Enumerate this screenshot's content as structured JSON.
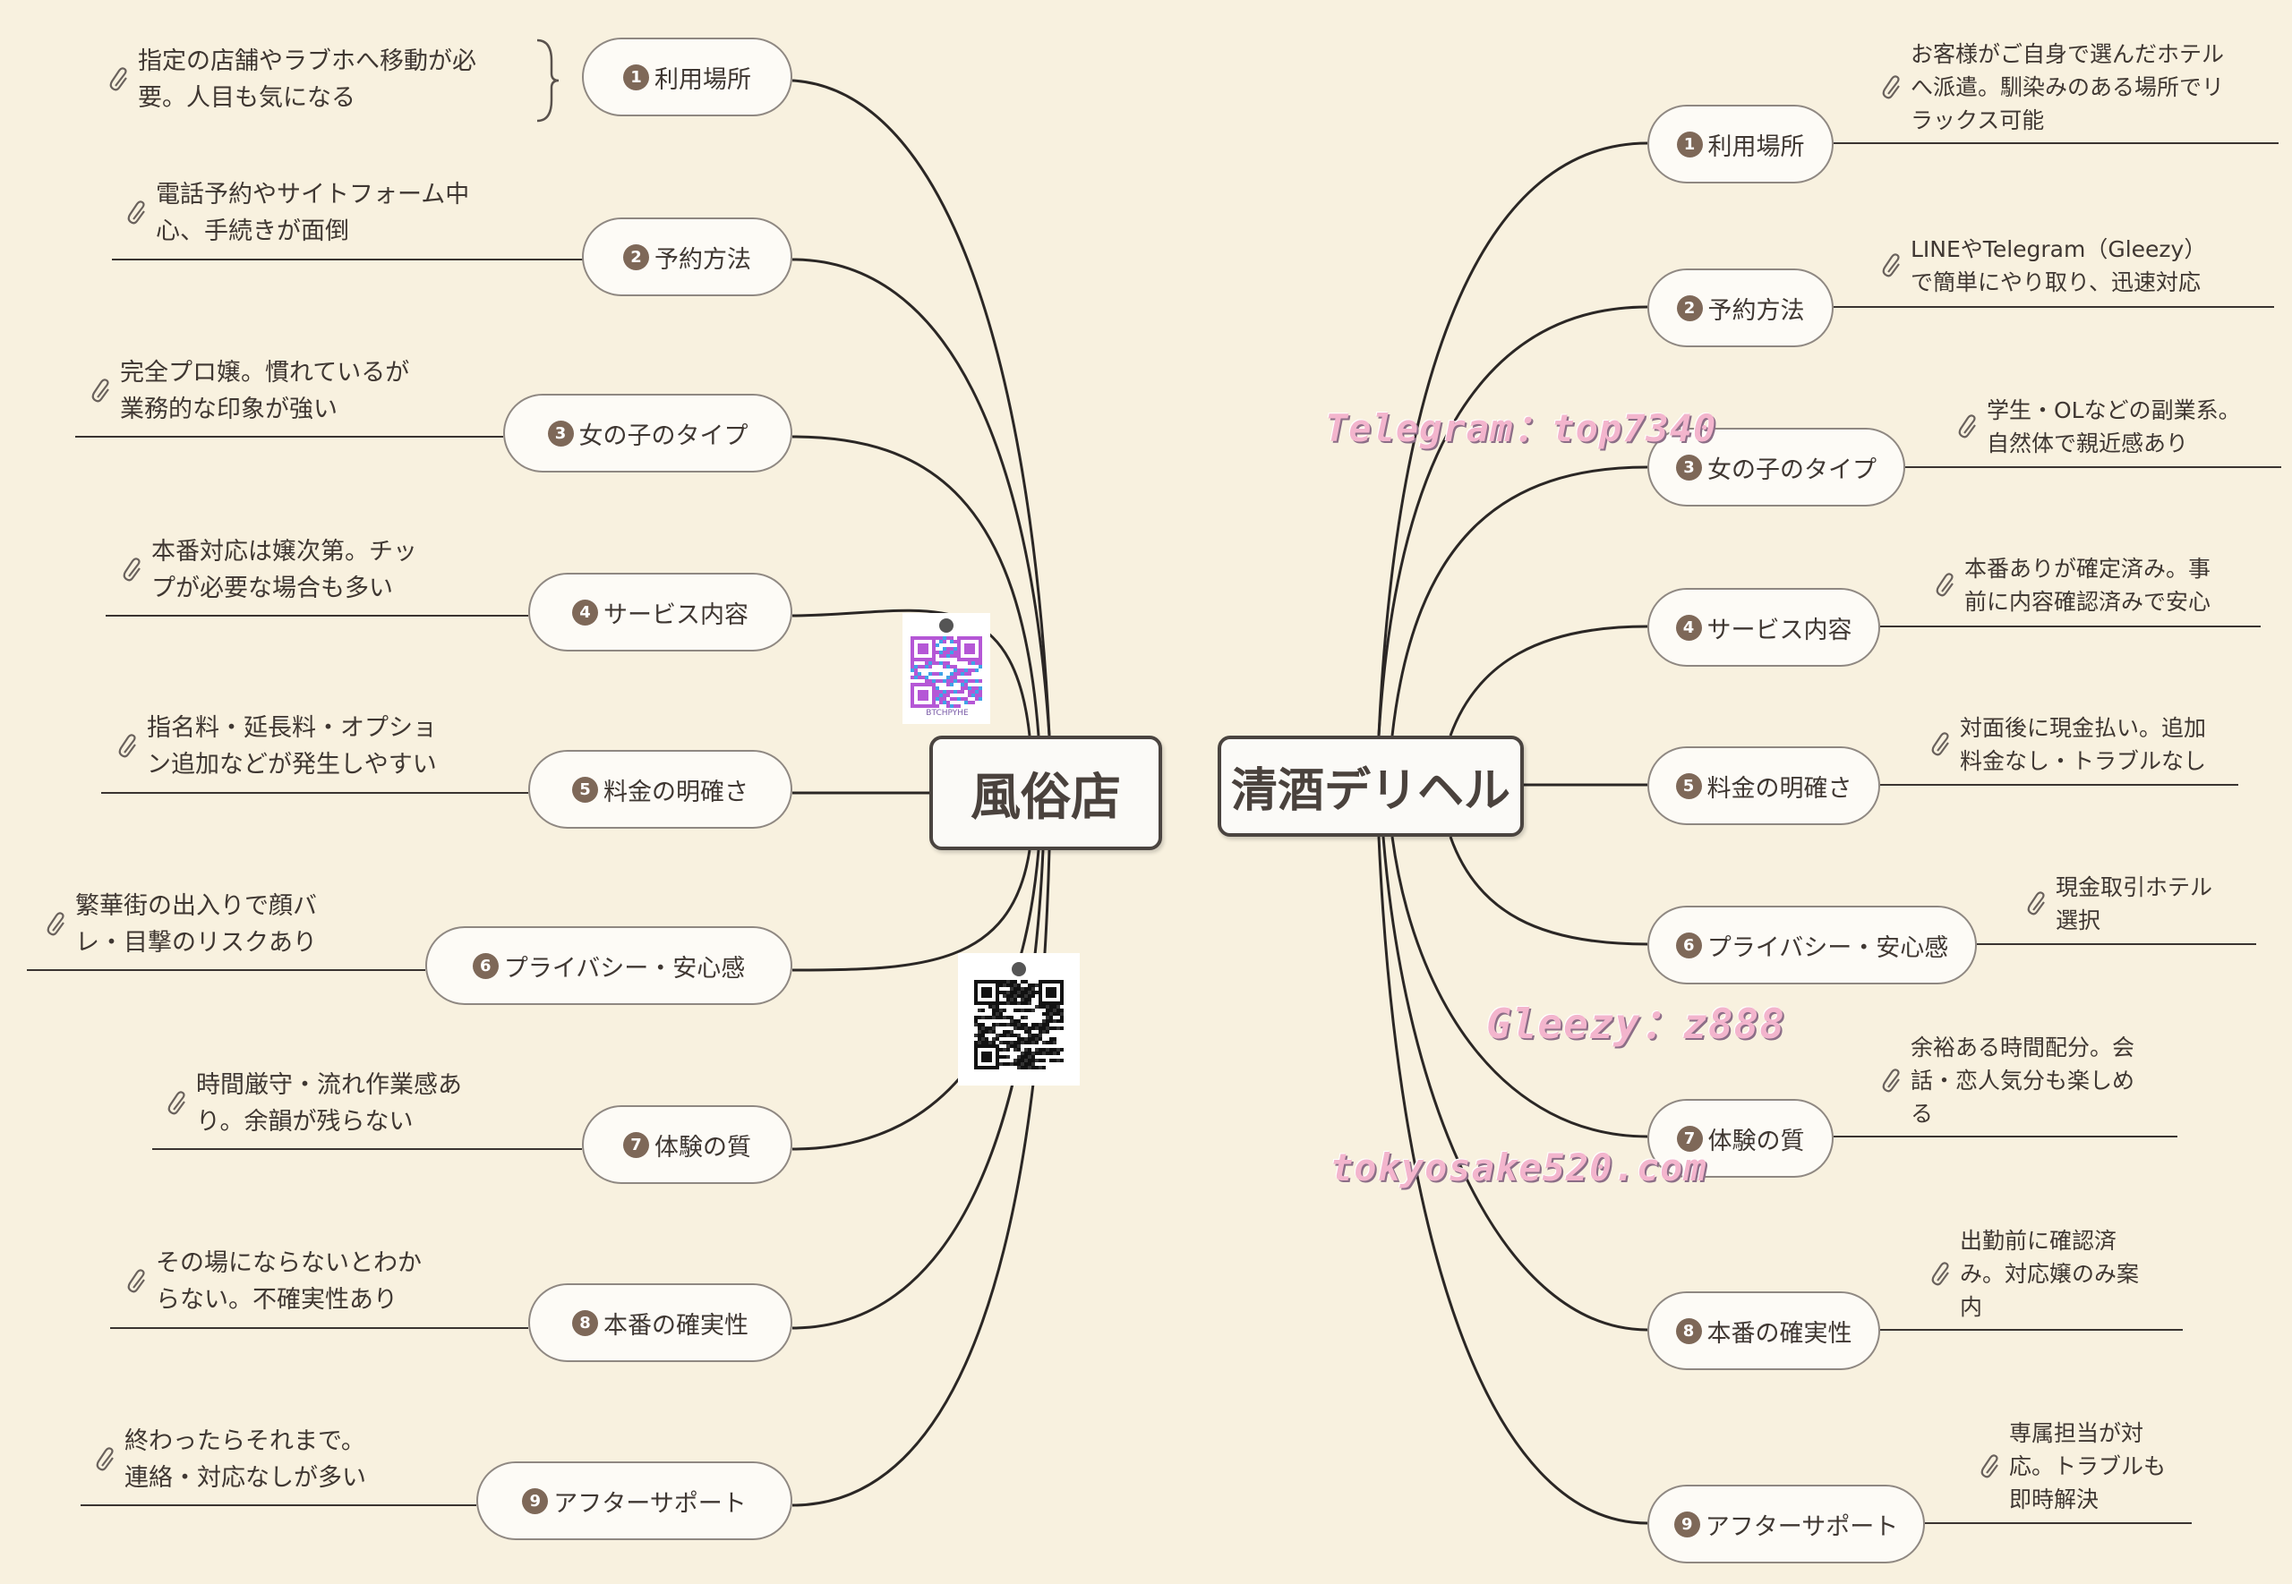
{
  "left": {
    "root": "風俗店",
    "branches": [
      {
        "num": "1",
        "label": "利用場所",
        "note": "指定の店舗やラブホへ移動が必\n要。人目も気になる"
      },
      {
        "num": "2",
        "label": "予約方法",
        "note": "電話予約やサイトフォーム中\n心、手続きが面倒"
      },
      {
        "num": "3",
        "label": "女の子のタイプ",
        "note": "完全プロ嬢。慣れているが\n業務的な印象が強い"
      },
      {
        "num": "4",
        "label": "サービス内容",
        "note": "本番対応は嬢次第。チッ\nプが必要な場合も多い"
      },
      {
        "num": "5",
        "label": "料金の明確さ",
        "note": "指名料・延長料・オプショ\nン追加などが発生しやすい"
      },
      {
        "num": "6",
        "label": "プライバシー・安心感",
        "note": "繁華街の出入りで顔バ\nレ・目撃のリスクあり"
      },
      {
        "num": "7",
        "label": "体験の質",
        "note": "時間厳守・流れ作業感あ\nり。余韻が残らない"
      },
      {
        "num": "8",
        "label": "本番の確実性",
        "note": "その場にならないとわか\nらない。不確実性あり"
      },
      {
        "num": "9",
        "label": "アフターサポート",
        "note": "終わったらそれまで。\n連絡・対応なしが多い"
      }
    ]
  },
  "right": {
    "root": "清酒デリヘル",
    "branches": [
      {
        "num": "1",
        "label": "利用場所",
        "note": "お客様がご自身で選んだホテル\nへ派遣。馴染みのある場所でリ\nラックス可能"
      },
      {
        "num": "2",
        "label": "予約方法",
        "note": "LINEやTelegram（Gleezy）\nで簡単にやり取り、迅速対応"
      },
      {
        "num": "3",
        "label": "女の子のタイプ",
        "note": "学生・OLなどの副業系。\n自然体で親近感あり"
      },
      {
        "num": "4",
        "label": "サービス内容",
        "note": "本番ありが確定済み。事\n前に内容確認済みで安心"
      },
      {
        "num": "5",
        "label": "料金の明確さ",
        "note": "対面後に現金払い。追加\n料金なし・トラブルなし"
      },
      {
        "num": "6",
        "label": "プライバシー・安心感",
        "note": "現金取引ホテル\n選択"
      },
      {
        "num": "7",
        "label": "体験の質",
        "note": "余裕ある時間配分。会\n話・恋人気分も楽しめ\nる"
      },
      {
        "num": "8",
        "label": "本番の確実性",
        "note": "出勤前に確認済\nみ。対応嬢のみ案\n内"
      },
      {
        "num": "9",
        "label": "アフターサポート",
        "note": "専属担当が対\n応。トラブルも\n即時解決"
      }
    ]
  },
  "watermarks": {
    "telegram": "Telegram：top7340",
    "gleezy": "Gleezy：z888",
    "site": "tokyosake520.com"
  },
  "qr_caption": "BTCHPYHE",
  "colors": {
    "background": "#f8f1df",
    "number_badge": "#7e6858",
    "watermark": "#f3b5cd"
  },
  "icons": {
    "note": "paperclip-icon",
    "qr": "qr-code-icon"
  }
}
